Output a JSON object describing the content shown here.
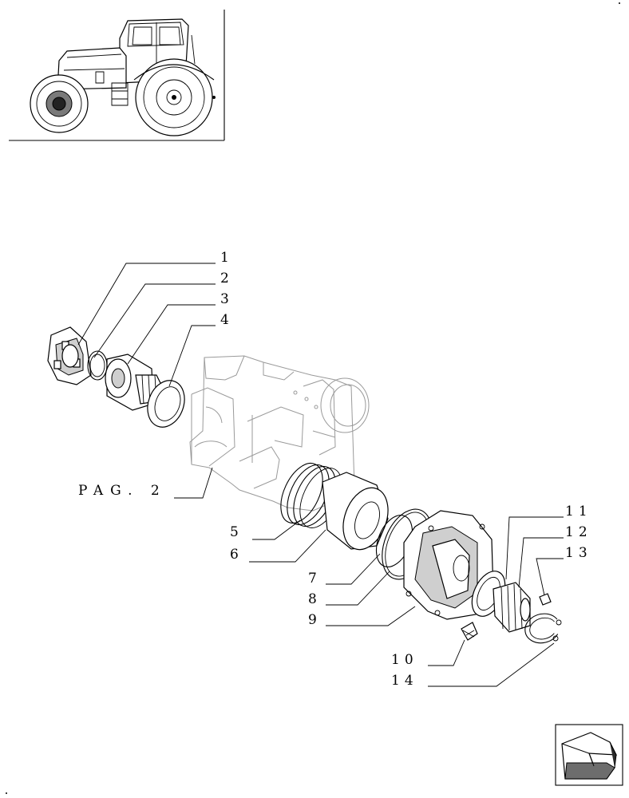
{
  "thumbnail": {
    "icon": "tractor-icon"
  },
  "diagram": {
    "callouts": [
      {
        "id": "c1",
        "text": "1"
      },
      {
        "id": "c2",
        "text": "2"
      },
      {
        "id": "c3",
        "text": "3"
      },
      {
        "id": "c4",
        "text": "4"
      },
      {
        "id": "c5",
        "text": "5"
      },
      {
        "id": "c6",
        "text": "6"
      },
      {
        "id": "c7",
        "text": "7"
      },
      {
        "id": "c8",
        "text": "8"
      },
      {
        "id": "c9",
        "text": "9"
      },
      {
        "id": "c10",
        "text": "10"
      },
      {
        "id": "c11",
        "text": "11"
      },
      {
        "id": "c12",
        "text": "12"
      },
      {
        "id": "c13",
        "text": "13"
      },
      {
        "id": "c14",
        "text": "14"
      }
    ],
    "page_ref": "PAG. 2"
  },
  "nav": {
    "icon": "back-arrow-icon"
  }
}
